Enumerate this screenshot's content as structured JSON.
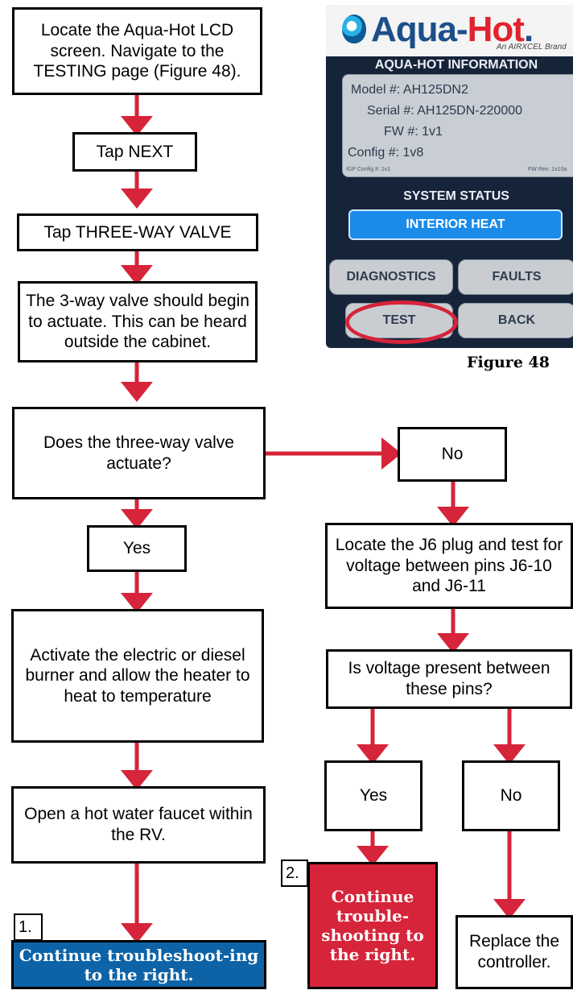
{
  "flow": {
    "locate_screen": "Locate the Aqua-Hot LCD screen. Navigate to the TESTING page (Figure 48).",
    "tap_next": "Tap NEXT",
    "tap_valve": "Tap THREE-WAY VALVE",
    "valve_actuate_note": "The 3-way valve should begin to actuate. This can be heard outside the cabinet.",
    "question_actuate": "Does the three-way valve actuate?",
    "no_left": "No",
    "yes_left": "Yes",
    "activate_burner": "Activate the electric or diesel burner and allow the heater to heat to temperature",
    "open_faucet": "Open a hot water faucet within the RV.",
    "step1_num": "1.",
    "step1_text": "Continue troubleshoot-ing to the right.",
    "locate_j6": "Locate the J6 plug and test for voltage between pins J6-10 and J6-11",
    "question_voltage": "Is voltage present between these pins?",
    "yes_right": "Yes",
    "no_right": "No",
    "step2_num": "2.",
    "step2_text": "Continue trouble-shooting to the right.",
    "replace_controller": "Replace the controller."
  },
  "figure": {
    "caption": "Figure 48",
    "brand_main": "Aqua-",
    "brand_accent": "Hot",
    "brand_dot": ".",
    "brand_sub": "An AIRXCEL Brand",
    "title": "AQUA-HOT INFORMATION",
    "model": "Model #:  AH125DN2",
    "serial": "Serial #:  AH125DN-220000",
    "fw": "FW #:  1v1",
    "config": "Config #:  1v8",
    "tiny_left": "IGP Config #: 1v1",
    "tiny_right": "FW Rev: 1v10a",
    "system_status": "SYSTEM STATUS",
    "status_value": "INTERIOR HEAT",
    "btn_diagnostics": "DIAGNOSTICS",
    "btn_faults": "FAULTS",
    "btn_test": "TEST",
    "btn_back": "BACK"
  },
  "colors": {
    "arrow": "#d6243a",
    "blue_box": "#0d63a6",
    "red_box": "#d6243a"
  }
}
